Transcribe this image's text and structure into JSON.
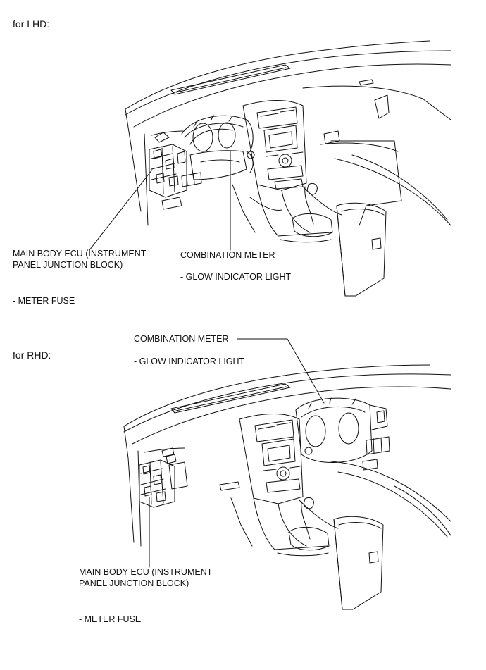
{
  "lhd": {
    "heading": "for LHD:",
    "ecu_label": {
      "line1": "MAIN BODY ECU (INSTRUMENT",
      "line2": "PANEL JUNCTION BLOCK)"
    },
    "ecu_sub": "- METER FUSE",
    "meter_label": "COMBINATION METER",
    "meter_sub": "- GLOW INDICATOR LIGHT"
  },
  "rhd": {
    "heading": "for RHD:",
    "meter_label": "COMBINATION METER",
    "meter_sub": "- GLOW INDICATOR LIGHT",
    "ecu_label": {
      "line1": "MAIN BODY ECU (INSTRUMENT",
      "line2": "PANEL JUNCTION BLOCK)"
    },
    "ecu_sub": "- METER FUSE"
  }
}
